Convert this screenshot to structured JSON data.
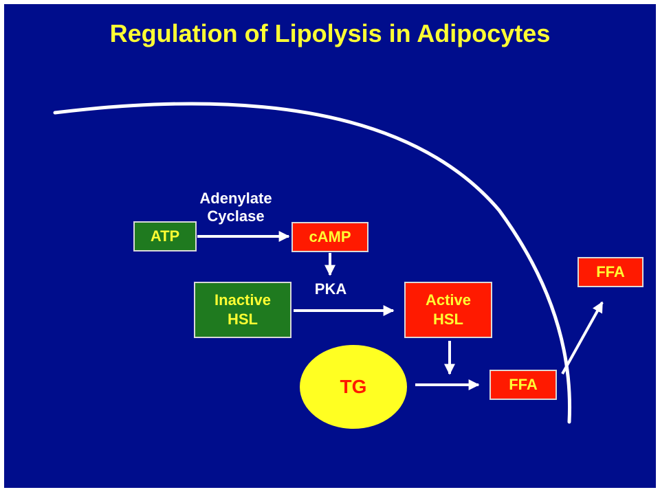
{
  "title": "Regulation of Lipolysis in Adipocytes",
  "nodes": {
    "atp": "ATP",
    "camp": "cAMP",
    "inactive_hsl": "Inactive\nHSL",
    "active_hsl": "Active\nHSL",
    "tg": "TG",
    "ffa_inside": "FFA",
    "ffa_outside": "FFA"
  },
  "labels": {
    "adenylate_cyclase": "Adenylate\nCyclase",
    "pka": "PKA"
  },
  "colors": {
    "background": "#000d8c",
    "title": "#ffff33",
    "green_box": "#1f7a1f",
    "red_box": "#ff1a00",
    "tg_fill": "#ffff22",
    "arrows": "#ffffff"
  }
}
